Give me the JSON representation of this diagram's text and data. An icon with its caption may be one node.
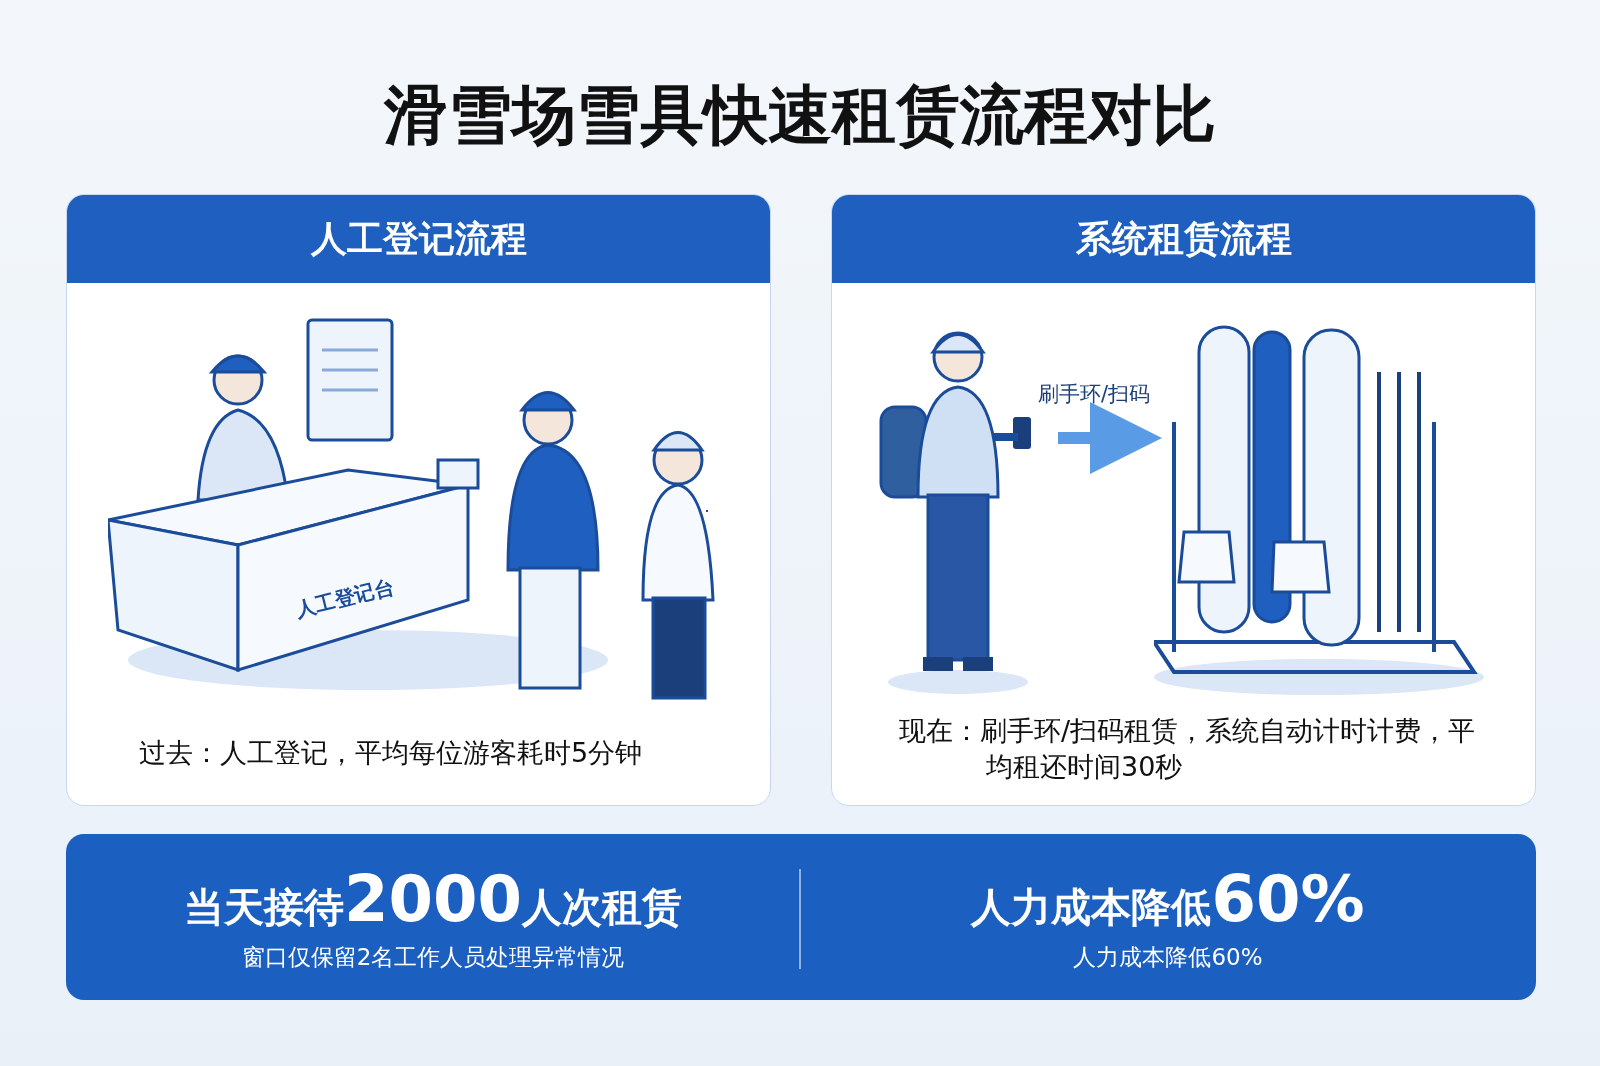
{
  "diagram": {
    "title": "滑雪场雪具快速租赁流程对比",
    "nodes": [
      {
        "text": [
          "人工登记流程",
          "过去：人工登记，平均每位游客耗时5分钟"
        ]
      },
      {
        "text": [
          "系统租赁流程",
          "现在：刷手环/扫码租赁，系统自动计时计费，平均租还时间30秒"
        ]
      },
      {
        "text": [],
        "shape": "picture",
        "in": 1
      },
      {
        "text": [],
        "shape": "picture",
        "in": 1
      },
      {
        "text": [],
        "shape": "box"
      },
      {
        "text": [
          "当天接待2000人次租赁",
          "窗口仅保留2名工作人员处理异常情况"
        ],
        "in": 4
      },
      {
        "text": [
          "人力成本降低60%",
          "人力成本降低60%"
        ],
        "in": 4
      }
    ],
    "edges": [
      {
        "from": 2,
        "to": 3,
        "arrow": "to",
        "label": "刷手环/扫码"
      }
    ],
    "labels": [
      "人工登记台"
    ]
  }
}
